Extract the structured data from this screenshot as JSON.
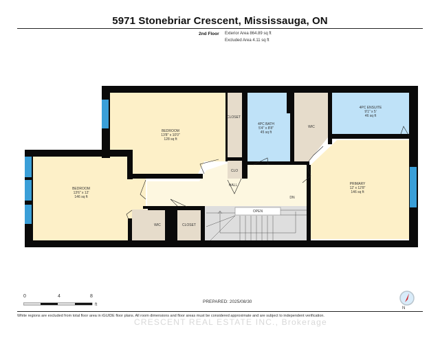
{
  "header": {
    "title": "5971 Stonebriar Crescent, Mississauga, ON",
    "floor": "2nd Floor",
    "exterior_area": "Exterior Area 864.89 sq ft",
    "excluded_area": "Excluded Area 4.11 sq ft"
  },
  "rooms": [
    {
      "id": "bedroom-2",
      "name": "BEDROOM",
      "dims": "13'8\" x 10'0\"",
      "area": "128 sq ft"
    },
    {
      "id": "bedroom-3",
      "name": "BEDROOM",
      "dims": "13'6\" x 12'",
      "area": "146 sq ft"
    },
    {
      "id": "bath",
      "name": "4PC BATH",
      "dims": "5'4\" x 8'8\"",
      "area": "45 sq ft"
    },
    {
      "id": "ensuite",
      "name": "4PC ENSUITE",
      "dims": "9'1\" x 5'",
      "area": "46 sq ft"
    },
    {
      "id": "primary",
      "name": "PRIMARY",
      "dims": "12' x 12'8\"",
      "area": "146 sq ft"
    },
    {
      "id": "hall",
      "name": "HALL"
    },
    {
      "id": "closet-top",
      "name": "CLOSET"
    },
    {
      "id": "clo",
      "name": "CLO"
    },
    {
      "id": "wic-top",
      "name": "WIC"
    },
    {
      "id": "wic-bottom",
      "name": "WIC"
    },
    {
      "id": "closet-bottom",
      "name": "CLOSET"
    }
  ],
  "stairs": {
    "open_label": "OPEN",
    "down_label": "DN"
  },
  "colors": {
    "wall": "#0a0a0a",
    "bedroom_fill": "#fdf0c8",
    "hall_fill": "#fdf7e0",
    "bath_fill": "#bfe2f8",
    "closet_fill": "#e6dccb",
    "stair_fill": "#dedede",
    "window": "#3a9fd8"
  },
  "footer": {
    "scale_ticks": [
      "0",
      "4",
      "8"
    ],
    "scale_unit": "ft",
    "prepared": "PREPARED: 2025/08/30",
    "disclaimer": "White regions are excluded from total floor area in iGUIDE floor plans. All room dimensions and floor areas must be considered approximate and are subject to independent verification.",
    "watermark": "CRESCENT REAL ESTATE INC., Brokerage",
    "compass_label": "N"
  }
}
